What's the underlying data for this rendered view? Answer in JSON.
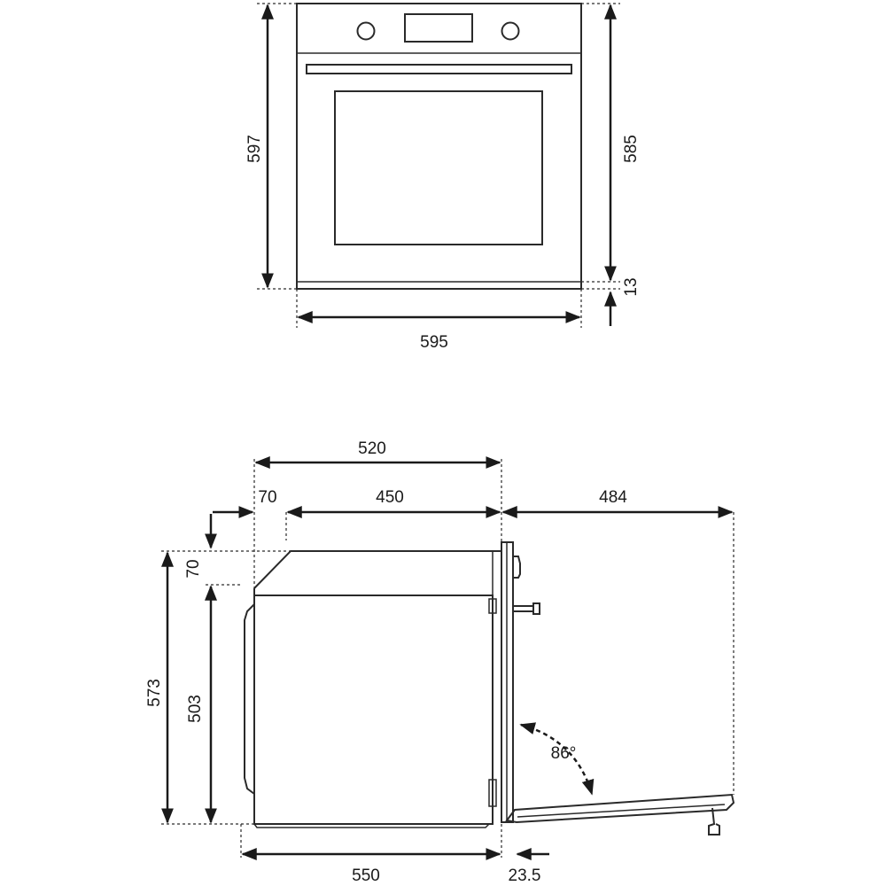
{
  "front_view": {
    "height_total": "597",
    "height_body": "585",
    "bottom_gap": "13",
    "width": "595"
  },
  "side_view": {
    "depth_total": "520",
    "depth_inset": "70",
    "depth_body": "450",
    "door_open_reach": "484",
    "top_step": "70",
    "height_total": "573",
    "height_body": "503",
    "door_angle": "86°",
    "depth_bottom": "550",
    "door_thickness": "23.5"
  },
  "colors": {
    "line": "#2a2a2a",
    "background": "#ffffff"
  }
}
